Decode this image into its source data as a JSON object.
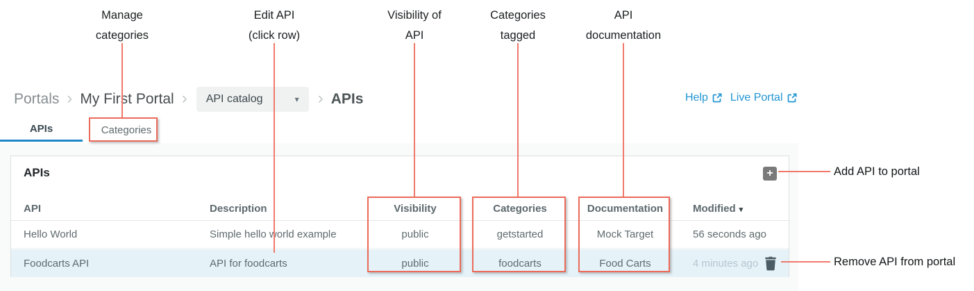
{
  "annotations": {
    "accent_color": "#f0796b",
    "top": [
      {
        "name": "manage-categories",
        "lines": [
          "Manage",
          "categories"
        ]
      },
      {
        "name": "edit-api",
        "lines": [
          "Edit API",
          "(click row)"
        ]
      },
      {
        "name": "visibility-of-api",
        "lines": [
          "Visibility of",
          "API"
        ]
      },
      {
        "name": "categories-tagged",
        "lines": [
          "Categories",
          "tagged"
        ]
      },
      {
        "name": "api-documentation",
        "lines": [
          "API",
          "documentation"
        ]
      }
    ],
    "right": [
      {
        "name": "add-api-to-portal",
        "label": "Add API to portal"
      },
      {
        "name": "remove-api-from-portal",
        "label": "Remove API from portal"
      }
    ]
  },
  "breadcrumb": {
    "portals": "Portals",
    "portal_name": "My First Portal",
    "dropdown_value": "API catalog",
    "current": "APIs"
  },
  "header_links": {
    "help": "Help",
    "live_portal": "Live Portal",
    "link_color": "#2095d2"
  },
  "tabs": {
    "apis": "APIs",
    "categories": "Categories",
    "active_tab": "APIs",
    "active_underline_color": "#1d87c8"
  },
  "panel": {
    "title": "APIs",
    "columns": {
      "api": "API",
      "description": "Description",
      "visibility": "Visibility",
      "categories": "Categories",
      "documentation": "Documentation",
      "modified": "Modified"
    },
    "rows": [
      {
        "api": "Hello World",
        "description": "Simple hello world example",
        "visibility": "public",
        "categories": "getstarted",
        "documentation": "Mock Target",
        "modified": "56 seconds ago"
      },
      {
        "api": "Foodcarts API",
        "description": "API for foodcarts",
        "visibility": "public",
        "categories": "foodcarts",
        "documentation": "Food Carts",
        "modified": "4 minutes ago"
      }
    ],
    "row_highlight_color": "#e5f2f8"
  },
  "icons": {
    "plus": "+",
    "caret_down": "▾",
    "sort_desc": "▾",
    "chevron": "›"
  }
}
